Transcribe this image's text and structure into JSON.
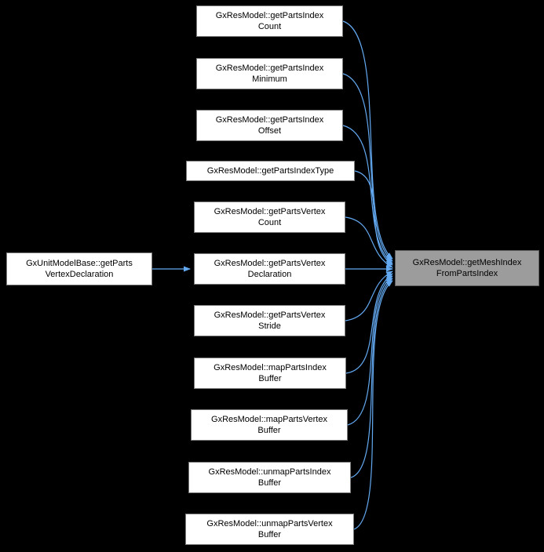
{
  "colors": {
    "background": "#000000",
    "node_fill": "#ffffff",
    "node_border": "#7a7a7a",
    "highlight_fill": "#9c9c9c",
    "edge": "#63a9f1",
    "text": "#000000"
  },
  "nodes": {
    "caller_root": {
      "label": "GxUnitModelBase::getParts\nVertexDeclaration"
    },
    "middle": [
      {
        "label": "GxResModel::getPartsIndex\nCount"
      },
      {
        "label": "GxResModel::getPartsIndex\nMinimum"
      },
      {
        "label": "GxResModel::getPartsIndex\nOffset"
      },
      {
        "label": "GxResModel::getPartsIndexType"
      },
      {
        "label": "GxResModel::getPartsVertex\nCount"
      },
      {
        "label": "GxResModel::getPartsVertex\nDeclaration"
      },
      {
        "label": "GxResModel::getPartsVertex\nStride"
      },
      {
        "label": "GxResModel::mapPartsIndex\nBuffer"
      },
      {
        "label": "GxResModel::mapPartsVertex\nBuffer"
      },
      {
        "label": "GxResModel::unmapPartsIndex\nBuffer"
      },
      {
        "label": "GxResModel::unmapPartsVertex\nBuffer"
      }
    ],
    "target": {
      "label": "GxResModel::getMeshIndex\nFromPartsIndex"
    }
  }
}
